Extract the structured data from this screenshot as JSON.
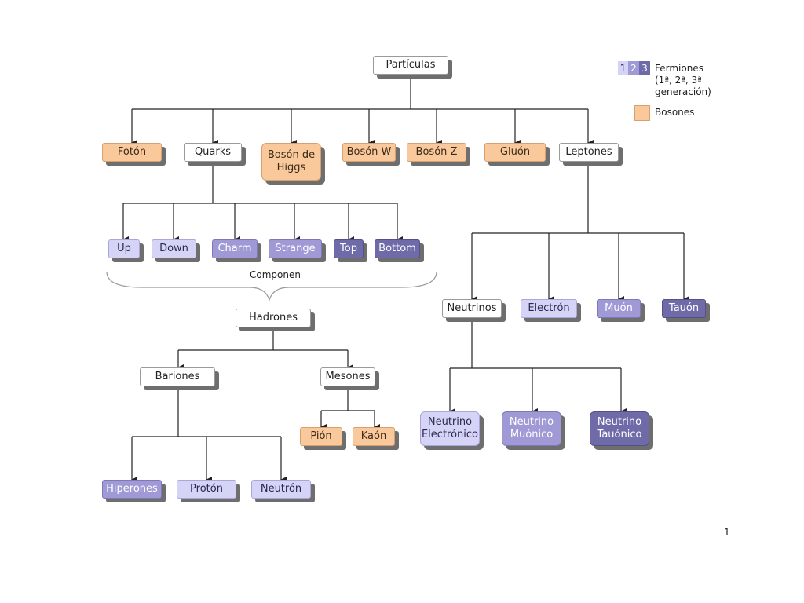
{
  "diagram": {
    "root": "Partículas",
    "top_level": {
      "foton": "Fotón",
      "quarks": "Quarks",
      "higgs": "Bosón de\nHiggs",
      "boson_w": "Bosón W",
      "boson_z": "Bosón Z",
      "gluon": "Gluón",
      "leptones": "Leptones"
    },
    "quarks": [
      "Up",
      "Down",
      "Charm",
      "Strange",
      "Top",
      "Bottom"
    ],
    "componen_label": "Componen",
    "hadrones": "Hadrones",
    "bariones": "Bariones",
    "mesones": "Mesones",
    "bariones_children": [
      "Hiperones",
      "Protón",
      "Neutrón"
    ],
    "mesones_children": [
      "Pión",
      "Kaón"
    ],
    "leptones_children": [
      "Neutrinos",
      "Electrón",
      "Muón",
      "Tauón"
    ],
    "neutrinos_children": [
      "Neutrino\nElectrónico",
      "Neutrino\nMuónico",
      "Neutrino\nTauónico"
    ]
  },
  "legend": {
    "gen_labels": [
      "1",
      "2",
      "3"
    ],
    "fermions_text": "Fermiones\n(1ª, 2ª, 3ª\ngeneración)",
    "bosons_text": "Bosones"
  },
  "colors": {
    "boson": "#f9c89b",
    "gen1": "#d5d3f6",
    "gen2": "#9f9ad6",
    "gen3": "#6f6aa8",
    "composite": "#ffffff"
  },
  "page_number": "1"
}
